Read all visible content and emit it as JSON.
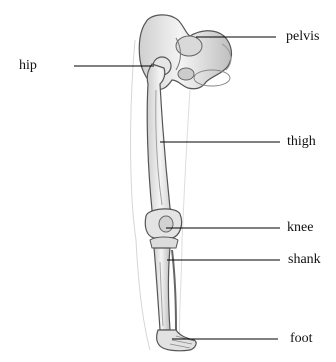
{
  "labels": {
    "hip": "hip",
    "pelvis": "pelvis",
    "thigh": "thigh",
    "knee": "knee",
    "shank": "shank",
    "foot": "foot"
  },
  "colors": {
    "background": "#ffffff",
    "bone_fill": "#e9e9e9",
    "bone_outline": "#555555",
    "shading": "#bdbdbd",
    "leader_line": "#000000",
    "text": "#111111"
  }
}
